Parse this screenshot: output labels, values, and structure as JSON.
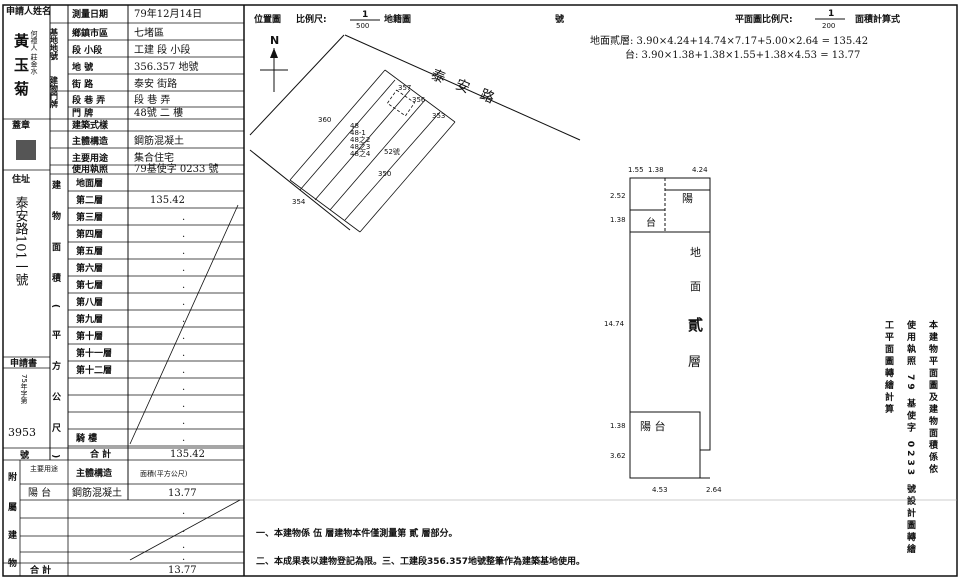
{
  "left_table": {
    "applicant_header": "申請人姓名",
    "applicant_name_1": "黃",
    "applicant_name_2": "玉",
    "applicant_name_3": "菊",
    "applicant_extra": "何禮人 莊金水",
    "seal_label": "蓋章",
    "address_label": "住址",
    "address_value": "泰安路101一號",
    "application_no_label": "申請書",
    "application_no_prefix": "75年字第",
    "application_no_value": "3953",
    "application_no_suffix": "號",
    "survey_date_label": "測量日期",
    "survey_date_value": "79年12月14日",
    "building_site_label": "基地地號",
    "building_door_label": "建物門牌",
    "rows": [
      {
        "label": "鄉鎮市區",
        "value": "七堵區"
      },
      {
        "label": "段  小段",
        "value": "工建 段   小段"
      },
      {
        "label": "地    號",
        "value": "356.357 地號"
      },
      {
        "label": "街    路",
        "value": "泰安 街路"
      },
      {
        "label": "段 巷 弄",
        "value": "段  巷  弄"
      },
      {
        "label": "門    牌",
        "value": "48號 二 樓"
      },
      {
        "label": "建築式樣",
        "value": ""
      },
      {
        "label": "主體構造",
        "value": "鋼筋混凝土"
      },
      {
        "label": "主要用途",
        "value": "集合住宅"
      },
      {
        "label": "使用執照",
        "value": "79基使字 0233 號"
      }
    ],
    "building_area_label": "建物面積(平方公尺)",
    "floors": [
      {
        "label": "地面層",
        "value": ""
      },
      {
        "label": "第二層",
        "value": "135.42"
      },
      {
        "label": "第三層",
        "value": "."
      },
      {
        "label": "第四層",
        "value": "."
      },
      {
        "label": "第五層",
        "value": "."
      },
      {
        "label": "第六層",
        "value": "."
      },
      {
        "label": "第七層",
        "value": "."
      },
      {
        "label": "第八層",
        "value": "."
      },
      {
        "label": "第九層",
        "value": "."
      },
      {
        "label": "第十層",
        "value": "."
      },
      {
        "label": "第十一層",
        "value": "."
      },
      {
        "label": "第十二層",
        "value": "."
      },
      {
        "label": "",
        "value": "."
      },
      {
        "label": "",
        "value": "."
      },
      {
        "label": "",
        "value": "."
      },
      {
        "label": "騎 樓",
        "value": "."
      }
    ],
    "total_label": "合   計",
    "total_value": "135.42",
    "attached_label": "附屬建物",
    "attached_use_header": "主要用途",
    "attached_structure_header": "主體構造",
    "attached_area_header": "面積(平方公尺)",
    "attached_rows": [
      {
        "use": "陽 台",
        "structure": "鋼筋混凝土",
        "area": "13.77"
      },
      {
        "use": "",
        "structure": "",
        "area": "."
      },
      {
        "use": "",
        "structure": "",
        "area": "."
      },
      {
        "use": "",
        "structure": "",
        "area": "."
      },
      {
        "use": "",
        "structure": "",
        "area": "."
      }
    ],
    "attached_total_label": "合   計",
    "attached_total_value": "13.77"
  },
  "location_map": {
    "title": "位置圖",
    "scale_label": "比例尺:",
    "scale_num": "1",
    "scale_den": "500",
    "map_source": "地籍圖",
    "north": "N",
    "road_name": "泰  安  路",
    "parcels": [
      "360",
      "357",
      "356",
      "353",
      "350",
      "354"
    ],
    "parcel_block_labels": [
      "48",
      "48-1",
      "48之2",
      "48之3",
      "48之4"
    ],
    "building_no": "52號",
    "hao_label": "號"
  },
  "floor_plan": {
    "title": "平面圖比例尺:",
    "scale_num": "1",
    "scale_den": "200",
    "area_formula_title": "面積計算式",
    "formula_1": "地面貳層: 3.90×4.24+14.74×7.17+5.00×2.64 = 135.42",
    "formula_2": "台: 3.90×1.38+1.38×1.55+1.38×4.53 = 13.77",
    "dims": {
      "top_a": "1.55",
      "top_b": "1.38",
      "top_c": "4.24",
      "left_a": "2.52",
      "left_b": "1.38",
      "left_c": "14.74",
      "left_d": "1.38",
      "left_e": "3.62",
      "bottom_a": "4.53",
      "bottom_b": "2.64"
    },
    "balcony_label": "陽",
    "balcony_label_2": "台",
    "balcony_bottom": "陽  台",
    "floor_text_1": "地",
    "floor_text_2": "面",
    "floor_text_3": "貳",
    "floor_text_4": "層"
  },
  "right_notes": {
    "col_1": "本建物平面圖及建物面積係依",
    "col_2": "使用執照 79 基使字 0233 號設計圖轉繪",
    "col_3": "工平面圖轉繪計算"
  },
  "footer": {
    "note_1": "一、本建物係 伍 層建物本件僅測量第 貳 層部分。",
    "note_2": "二、本成果表以建物登記為限。三、工建段356.357地號整筆作為建築基地使用。"
  }
}
